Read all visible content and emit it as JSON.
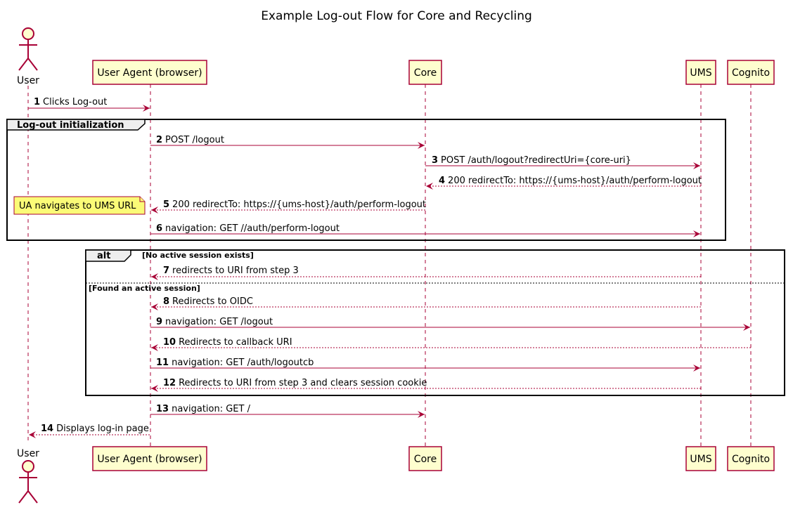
{
  "title": "Example Log-out Flow for Core and Recycling",
  "colors": {
    "participant_fill": "#FEFECE",
    "participant_border": "#A80036",
    "arrow": "#A80036",
    "note_fill": "#FBFB77",
    "group_tab": "#EEEEEE"
  },
  "participants": [
    {
      "id": "user",
      "label": "User",
      "kind": "actor"
    },
    {
      "id": "ua",
      "label": "User Agent (browser)",
      "kind": "box"
    },
    {
      "id": "core",
      "label": "Core",
      "kind": "box"
    },
    {
      "id": "ums",
      "label": "UMS",
      "kind": "box"
    },
    {
      "id": "cognito",
      "label": "Cognito",
      "kind": "box"
    }
  ],
  "messages": [
    {
      "num": "1",
      "text": "Clicks Log-out",
      "from": "user",
      "to": "ua",
      "style": "solid"
    },
    {
      "num": "2",
      "text": "POST /logout",
      "from": "ua",
      "to": "core",
      "style": "solid"
    },
    {
      "num": "3",
      "text": "POST /auth/logout?redirectUri={core-uri}",
      "from": "core",
      "to": "ums",
      "style": "solid"
    },
    {
      "num": "4",
      "text": "200 redirectTo: https://{ums-host}/auth/perform-logout",
      "from": "ums",
      "to": "core",
      "style": "dashed"
    },
    {
      "num": "5",
      "text": "200 redirectTo: https://{ums-host}/auth/perform-logout",
      "from": "core",
      "to": "ua",
      "style": "dashed"
    },
    {
      "num": "6",
      "text": "navigation: GET //auth/perform-logout",
      "from": "ua",
      "to": "ums",
      "style": "solid"
    },
    {
      "num": "7",
      "text": "redirects to URI from step 3",
      "from": "ums",
      "to": "ua",
      "style": "dashed"
    },
    {
      "num": "8",
      "text": "Redirects to OIDC",
      "from": "ums",
      "to": "ua",
      "style": "dashed"
    },
    {
      "num": "9",
      "text": "navigation: GET /logout",
      "from": "ua",
      "to": "cognito",
      "style": "solid"
    },
    {
      "num": "10",
      "text": "Redirects to callback URI",
      "from": "cognito",
      "to": "ua",
      "style": "dashed"
    },
    {
      "num": "11",
      "text": "navigation: GET /auth/logoutcb",
      "from": "ua",
      "to": "ums",
      "style": "solid"
    },
    {
      "num": "12",
      "text": "Redirects to URI from step 3 and clears session cookie",
      "from": "ums",
      "to": "ua",
      "style": "dashed"
    },
    {
      "num": "13",
      "text": "navigation: GET /",
      "from": "ua",
      "to": "core",
      "style": "solid"
    },
    {
      "num": "14",
      "text": "Displays log-in page",
      "from": "ua",
      "to": "user",
      "style": "dashed"
    }
  ],
  "groups": [
    {
      "kind": "group",
      "title": "Log-out initialization"
    },
    {
      "kind": "alt",
      "title": "alt",
      "conditions": [
        "[No active session exists]",
        "[Found an active session]"
      ]
    }
  ],
  "notes": [
    {
      "text": "UA navigates to UMS URL"
    }
  ]
}
